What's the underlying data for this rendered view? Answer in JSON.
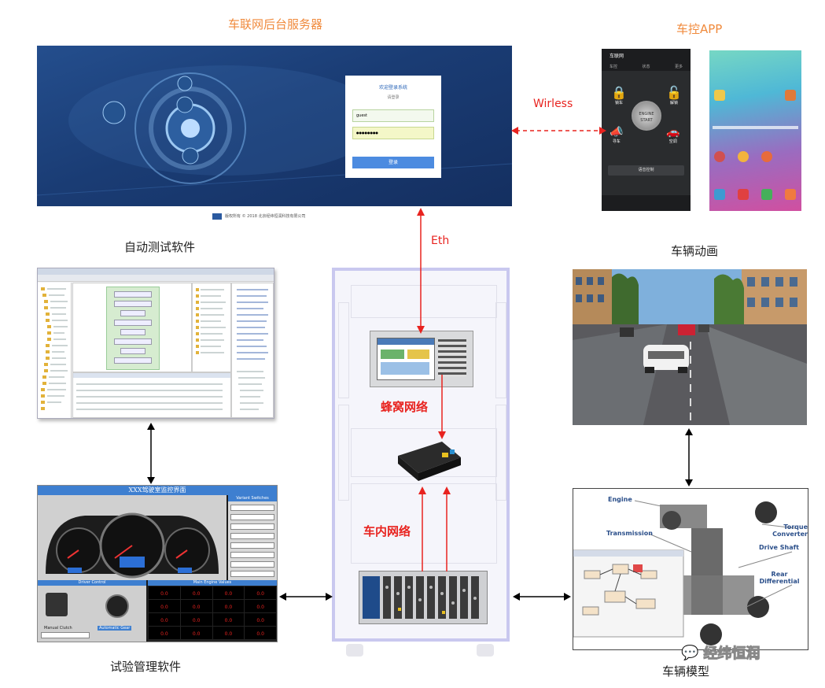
{
  "labels": {
    "server": "车联网后台服务器",
    "app": "车控APP",
    "auto_test": "自动测试软件",
    "vehicle_anim": "车辆动画",
    "trial_mgmt": "试验管理软件",
    "vehicle_model": "车辆模型",
    "cellular": "蜂窝网络",
    "in_vehicle": "车内网络"
  },
  "connections": {
    "wireless": "Wirless",
    "eth": "Eth"
  },
  "server_panel": {
    "login_title": "欢迎登录系统",
    "login_sub": "请登录",
    "username": "guest",
    "password": "●●●●●●●●",
    "login_button": "登录",
    "footer": "版权所有 © 2018 北京经纬恒润科技有限公司"
  },
  "phone": {
    "app_name": "车联网",
    "tabs": [
      "车控",
      "状态",
      "更多"
    ],
    "engine_line1": "ENGINE",
    "engine_line2": "START",
    "controls": [
      "锁车",
      "解锁",
      "寻车",
      "空调"
    ],
    "voice": "语音控制"
  },
  "dashboard": {
    "title": "XXX驾驶室监控界面",
    "driver_control": "Driver Control",
    "main_engine": "Main Engine Values",
    "manual_clutch": "Manual Clutch",
    "auto_gear": "Automatic Gear",
    "variant": "Variant Switches",
    "digital_values": [
      "0.0",
      "0.0",
      "0.0",
      "0.0",
      "0.0",
      "0.0",
      "0.0",
      "0.0",
      "0.0",
      "0.0",
      "0.0",
      "0.0",
      "0.0",
      "0.0",
      "0.0",
      "0.0"
    ]
  },
  "model_labels": {
    "engine": "Engine",
    "transmission": "Transmission",
    "torque": "Torque Converter",
    "drive_shaft": "Drive Shaft",
    "rear_diff": "Rear Differential"
  },
  "watermark": "经纬恒润",
  "colors": {
    "orange": "#f08a3c",
    "red": "#e8231f",
    "server_bg": "#1b3f78",
    "rack_border": "#c9c8ef"
  }
}
